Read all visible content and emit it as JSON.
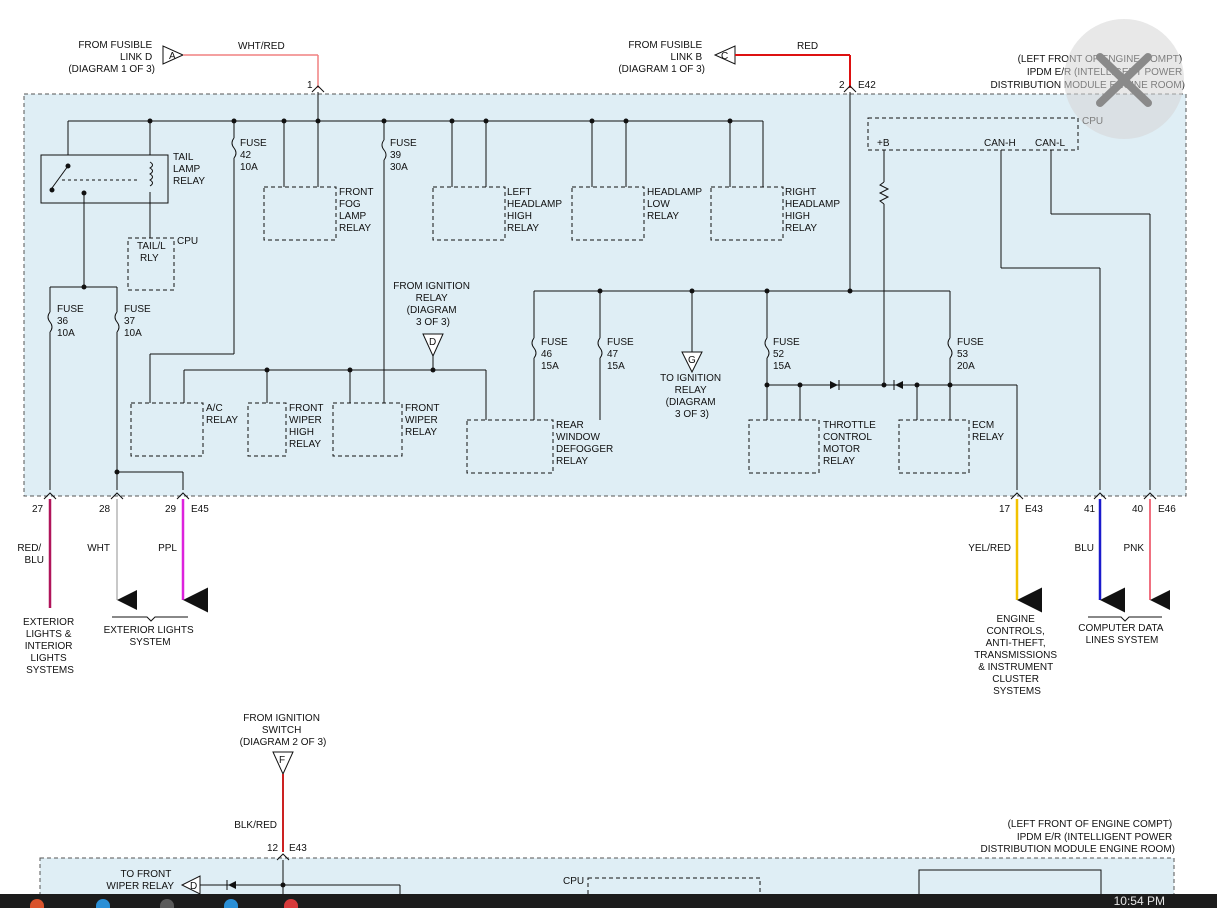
{
  "colors": {
    "module_fill": "#dfeef5",
    "line": "#111111",
    "wht_red": "#f08080",
    "red": "#dd1111",
    "red_blu": "#b0145a",
    "wht": "#c8c8c8",
    "ppl": "#dd22dd",
    "yel_red": "#f2c200",
    "blu": "#1a1acc",
    "pnk": "#f07080",
    "blk_red": "#cc2222"
  },
  "sources": {
    "link_d": {
      "lines": [
        "FROM FUSIBLE",
        "LINK D",
        "(DIAGRAM 1 OF 3)"
      ],
      "badge": "A",
      "wire": "WHT/RED",
      "pin": "1"
    },
    "link_b": {
      "lines": [
        "FROM FUSIBLE",
        "LINK B",
        "(DIAGRAM 1 OF 3)"
      ],
      "badge": "C",
      "wire": "RED",
      "pin": "2",
      "connector": "E42"
    }
  },
  "module_title": [
    "(LEFT FRONT OF ENGINE COMPT)",
    "IPDM E/R (INTELLIGENT POWER",
    "DISTRIBUTION MODULE ENGINE ROOM)"
  ],
  "cpu": {
    "label": "CPU",
    "b": "+B",
    "canh": "CAN-H",
    "canl": "CAN-L"
  },
  "relays": {
    "tail_lamp": [
      "TAIL",
      "LAMP",
      "RELAY"
    ],
    "tail_l_rly": [
      "TAIL/L",
      "RLY"
    ],
    "tail_cpu": "CPU",
    "front_fog": [
      "FRONT",
      "FOG",
      "LAMP",
      "RELAY"
    ],
    "left_hl_high": [
      "LEFT",
      "HEADLAMP",
      "HIGH",
      "RELAY"
    ],
    "hl_low": [
      "HEADLAMP",
      "LOW",
      "RELAY"
    ],
    "right_hl_high": [
      "RIGHT",
      "HEADLAMP",
      "HIGH",
      "RELAY"
    ],
    "ac": [
      "A/C",
      "RELAY"
    ],
    "wiper_high": [
      "FRONT",
      "WIPER",
      "HIGH",
      "RELAY"
    ],
    "wiper": [
      "FRONT",
      "WIPER",
      "RELAY"
    ],
    "defogger": [
      "REAR",
      "WINDOW",
      "DEFOGGER",
      "RELAY"
    ],
    "throttle": [
      "THROTTLE",
      "CONTROL",
      "MOTOR",
      "RELAY"
    ],
    "ecm": [
      "ECM",
      "RELAY"
    ]
  },
  "fuses": {
    "f42": [
      "FUSE",
      "42",
      "10A"
    ],
    "f39": [
      "FUSE",
      "39",
      "30A"
    ],
    "f36": [
      "FUSE",
      "36",
      "10A"
    ],
    "f37": [
      "FUSE",
      "37",
      "10A"
    ],
    "f46": [
      "FUSE",
      "46",
      "15A"
    ],
    "f47": [
      "FUSE",
      "47",
      "15A"
    ],
    "f52": [
      "FUSE",
      "52",
      "15A"
    ],
    "f53": [
      "FUSE",
      "53",
      "20A"
    ]
  },
  "ign_relay_from": {
    "lines": [
      "FROM IGNITION",
      "RELAY",
      "(DIAGRAM",
      "3 OF 3)"
    ],
    "badge": "D"
  },
  "ign_relay_to": {
    "lines": [
      "TO IGNITION",
      "RELAY",
      "(DIAGRAM",
      "3 OF 3)"
    ],
    "badge": "G"
  },
  "pins": {
    "p27": "27",
    "p28": "28",
    "p29": "29",
    "e45": "E45",
    "p17": "17",
    "e43": "E43",
    "p41": "41",
    "p40": "40",
    "e46": "E46"
  },
  "wires": {
    "red_blu": [
      "RED/",
      "BLU"
    ],
    "wht": "WHT",
    "ppl": "PPL",
    "yel_red": "YEL/RED",
    "blu": "BLU",
    "pnk": "PNK"
  },
  "destinations": {
    "ext_int": [
      "EXTERIOR",
      "LIGHTS &",
      "INTERIOR",
      "LIGHTS",
      "SYSTEMS"
    ],
    "ext_lights": [
      "EXTERIOR LIGHTS",
      "SYSTEM"
    ],
    "engine": [
      "ENGINE",
      "CONTROLS,",
      "ANTI-THEFT,",
      "TRANSMISSIONS",
      "& INSTRUMENT",
      "CLUSTER",
      "SYSTEMS"
    ],
    "data_lines": [
      "COMPUTER DATA",
      "LINES SYSTEM"
    ]
  },
  "second": {
    "source": [
      "FROM IGNITION",
      "SWITCH",
      "(DIAGRAM 2 OF 3)"
    ],
    "badge": "F",
    "wire": "BLK/RED",
    "pin": "12",
    "connector": "E43",
    "module_title": [
      "(LEFT FRONT OF ENGINE COMPT)",
      "IPDM E/R (INTELLIGENT POWER",
      "DISTRIBUTION MODULE ENGINE ROOM)"
    ],
    "front_wiper_to": [
      "TO FRONT",
      "WIPER RELAY"
    ],
    "badge_d": "D",
    "cpu": "CPU"
  },
  "taskbar": {
    "clock": "10:54 PM"
  }
}
